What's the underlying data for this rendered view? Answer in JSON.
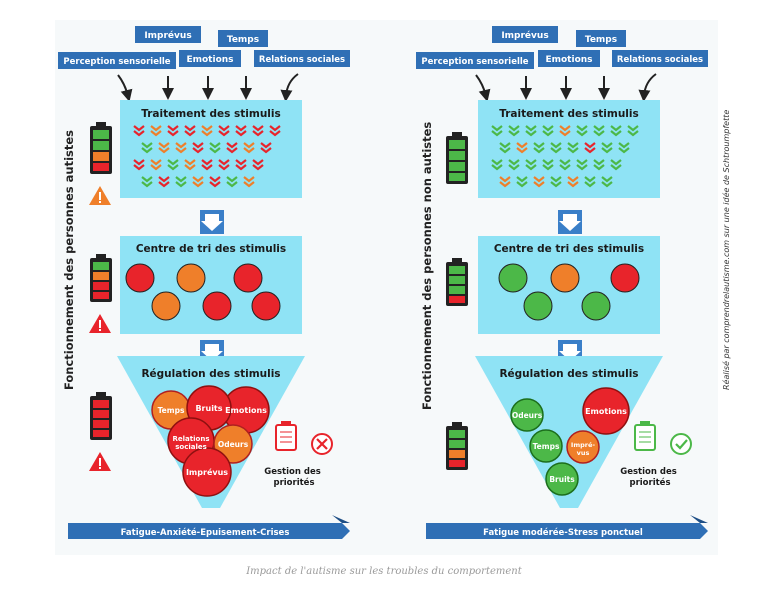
{
  "caption": "Impact de l'autisme sur les troubles du comportement",
  "credit": "Réalisé par comprendrelautisme.com sur une idée de Schtroumpfette",
  "colors": {
    "banner": "#2f6fb5",
    "panel": "#8fe3f5",
    "arrow_box": "#3a7fc8",
    "red": "#e8242b",
    "orange": "#ef7f2a",
    "green": "#4cb848",
    "footer": "#2f6fb5",
    "background": "#f6f9fa"
  },
  "left": {
    "side_title": "Fonctionnement des personnes autistes",
    "tags": {
      "t1": "Imprévus",
      "t2": "Temps",
      "t3": "Perception sensorielle",
      "t4": "Emotions",
      "t5": "Relations sociales"
    },
    "treatment_title": "Traitement des stimulis",
    "sort_title": "Centre de tri des stimulis",
    "regulation_title": "Régulation des stimulis",
    "bubbles": [
      "Temps",
      "Bruits",
      "Emotions",
      "Relations sociales",
      "Odeurs",
      "Imprévus"
    ],
    "priority_label": "Gestion des priorités",
    "footer": "Fatigue-Anxiété-Epuisement-Crises",
    "sort_circle_colors": [
      "red",
      "orange",
      "red",
      "orange",
      "red",
      "red"
    ],
    "warning_icons": 3
  },
  "right": {
    "side_title": "Fonctionnement des personnes non autistes",
    "tags": {
      "t1": "Imprévus",
      "t2": "Temps",
      "t3": "Perception sensorielle",
      "t4": "Emotions",
      "t5": "Relations sociales"
    },
    "treatment_title": "Traitement des stimulis",
    "sort_title": "Centre de tri des stimulis",
    "regulation_title": "Régulation des stimulis",
    "bubbles": [
      "Odeurs",
      "Emotions",
      "Temps",
      "Impré-vus",
      "Bruits"
    ],
    "priority_label": "Gestion des priorités",
    "footer": "Fatigue modérée-Stress ponctuel",
    "sort_circle_colors": [
      "green",
      "orange",
      "red",
      "green",
      "green"
    ]
  }
}
